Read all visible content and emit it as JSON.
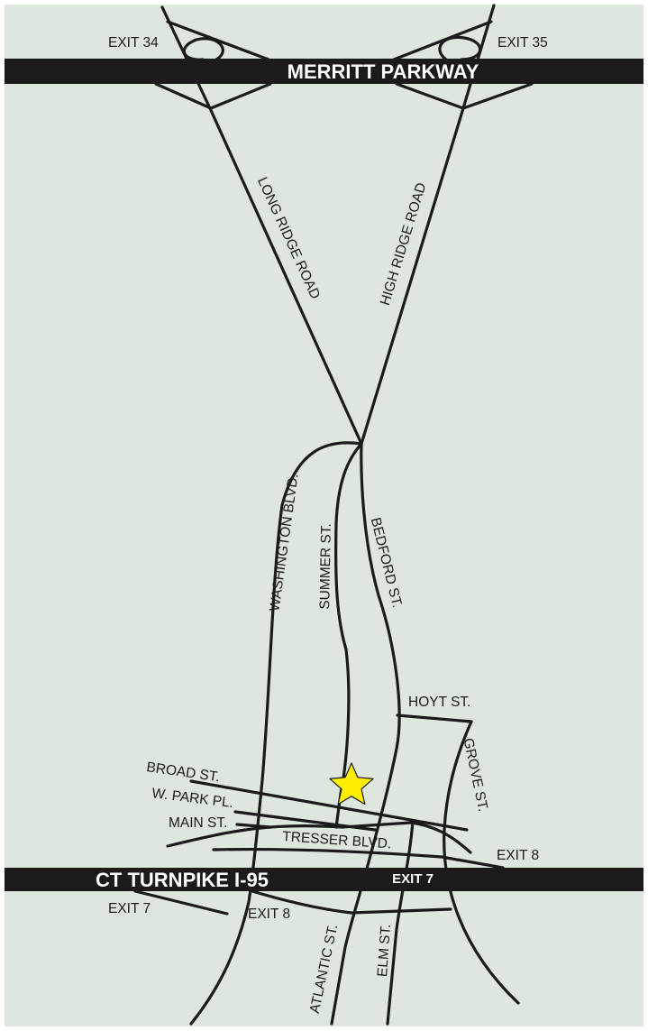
{
  "colors": {
    "background": "#dde7dd",
    "highway": "#1c1a1a",
    "road": "#1a1a1a",
    "marker": "#ffee00"
  },
  "highways": {
    "merritt": "MERRITT PARKWAY",
    "i95": "CT TURNPIKE I-95"
  },
  "exits": {
    "exit34": "EXIT 34",
    "exit35": "EXIT 35",
    "exit8_east": "EXIT 8",
    "exit7_hwy": "EXIT 7",
    "exit7_west": "EXIT 7",
    "exit8_south": "EXIT 8"
  },
  "roads": {
    "long_ridge": "LONG RIDGE ROAD",
    "high_ridge": "HIGH RIDGE ROAD",
    "washington": "WASHINGTON BLVD.",
    "summer": "SUMMER ST.",
    "bedford": "BEDFORD ST.",
    "hoyt": "HOYT ST.",
    "grove": "GROVE ST.",
    "broad": "BROAD ST.",
    "west_park": "W. PARK PL.",
    "main": "MAIN ST.",
    "tresser": "TRESSER BLVD.",
    "atlantic": "ATLANTIC ST.",
    "elm": "ELM ST."
  },
  "marker": {
    "icon": "star-icon"
  }
}
